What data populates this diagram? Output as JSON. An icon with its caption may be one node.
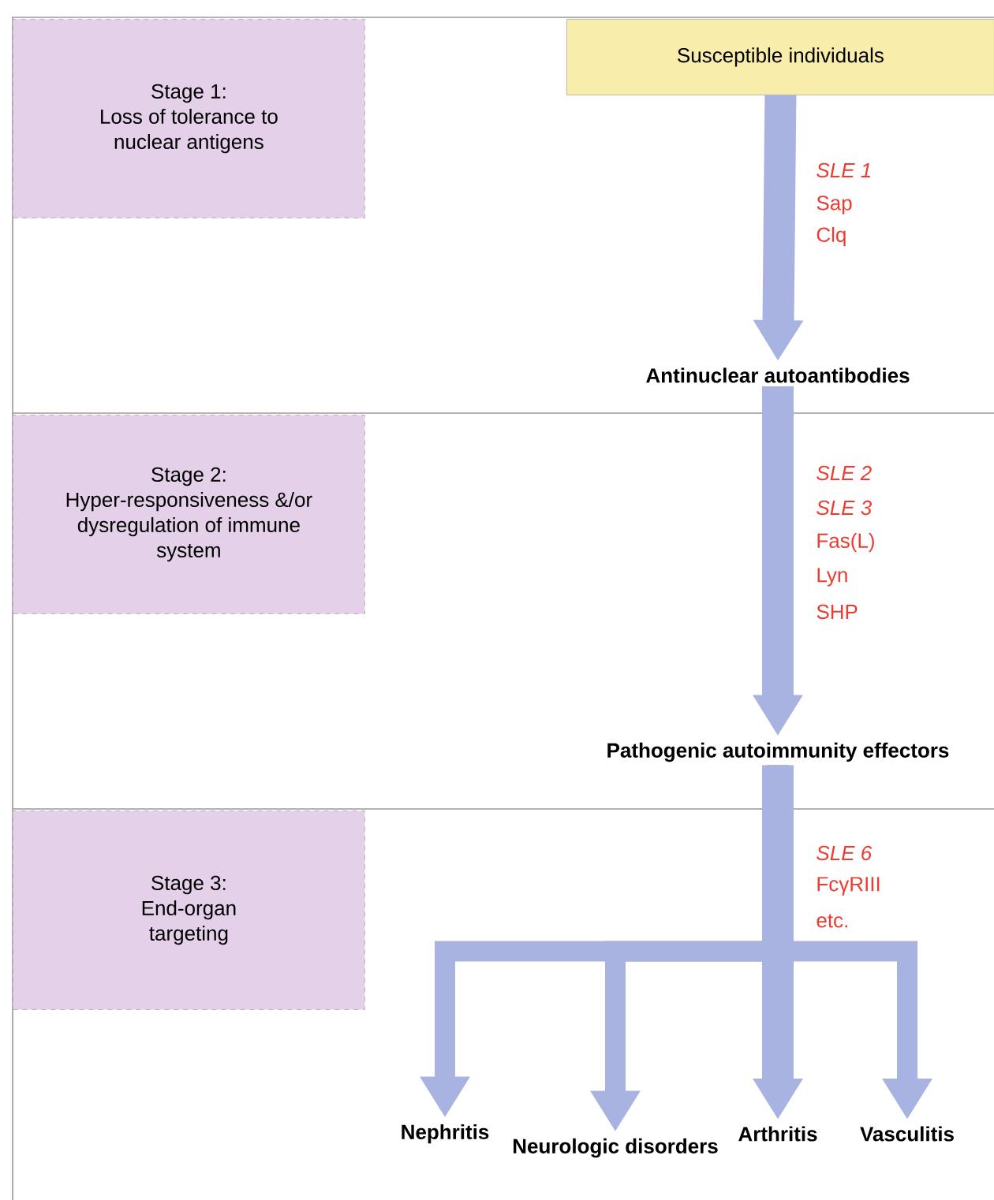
{
  "diagram": {
    "nodes": [
      {
        "text": [
          "Stage 1:",
          "Loss of tolerance to nuclear antigens"
        ]
      },
      {
        "text": [
          "Stage 2:",
          "Hyper-responsiveness &/or dysregulation of immune system"
        ]
      },
      {
        "text": [
          "Stage 3:",
          "End-organ targeting"
        ]
      },
      {
        "text": [
          "Susceptible individuals"
        ]
      },
      {
        "text": [
          "Antinuclear autoantibodies"
        ]
      },
      {
        "text": [
          "Pathogenic autoimmunity effectors"
        ]
      },
      {
        "text": [
          "Nephritis"
        ]
      },
      {
        "text": [
          "Neurologic disorders"
        ]
      },
      {
        "text": [
          "Arthritis"
        ]
      },
      {
        "text": [
          "Vasculitis"
        ]
      }
    ],
    "edges": [
      {
        "from": 3,
        "to": 4,
        "arrow": "to"
      },
      {
        "from": 4,
        "to": 5,
        "arrow": "to"
      },
      {
        "from": 5,
        "to": 6,
        "arrow": "to"
      },
      {
        "from": 5,
        "to": 7,
        "arrow": "to"
      },
      {
        "from": 5,
        "to": 8,
        "arrow": "to"
      },
      {
        "from": 5,
        "to": 9,
        "arrow": "to"
      }
    ],
    "labels": [
      "SLE 1",
      "Sap",
      "Clq",
      "SLE 2",
      "SLE 3",
      "Fas(L)",
      "Lyn",
      "SHP",
      "SLE 6",
      "FcγRIII",
      "etc."
    ]
  }
}
